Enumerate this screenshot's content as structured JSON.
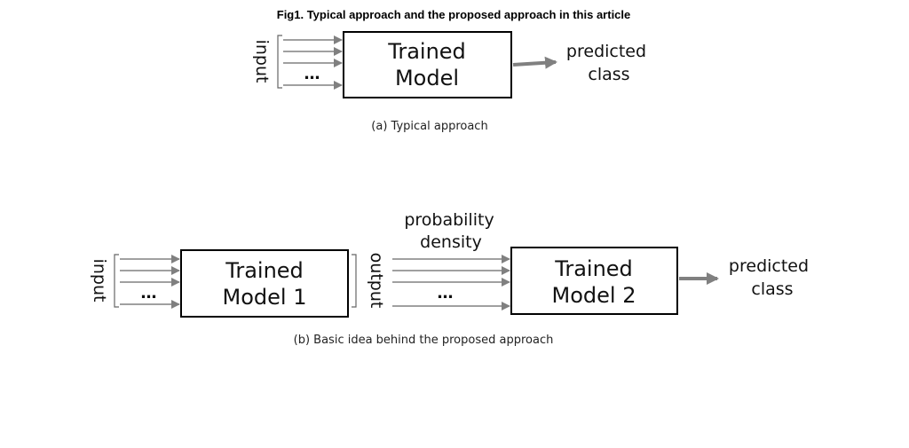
{
  "figure": {
    "title": "Fig1. Typical approach and the proposed approach in this article"
  },
  "panel_a": {
    "input_label": "input",
    "dots": "…",
    "model_line1": "Trained",
    "model_line2": "Model",
    "output_line1": "predicted",
    "output_line2": "class",
    "caption": "(a) Typical approach"
  },
  "panel_b": {
    "input_label": "input",
    "dots_in": "…",
    "model1_line1": "Trained",
    "model1_line2": "Model 1",
    "output_label": "output",
    "density_line1": "probability",
    "density_line2": "density",
    "dots_mid": "…",
    "model2_line1": "Trained",
    "model2_line2": "Model 2",
    "output_line1": "predicted",
    "output_line2": "class",
    "caption": "(b) Basic idea behind the proposed approach"
  },
  "colors": {
    "arrow": "#808080",
    "box": "#000000"
  }
}
